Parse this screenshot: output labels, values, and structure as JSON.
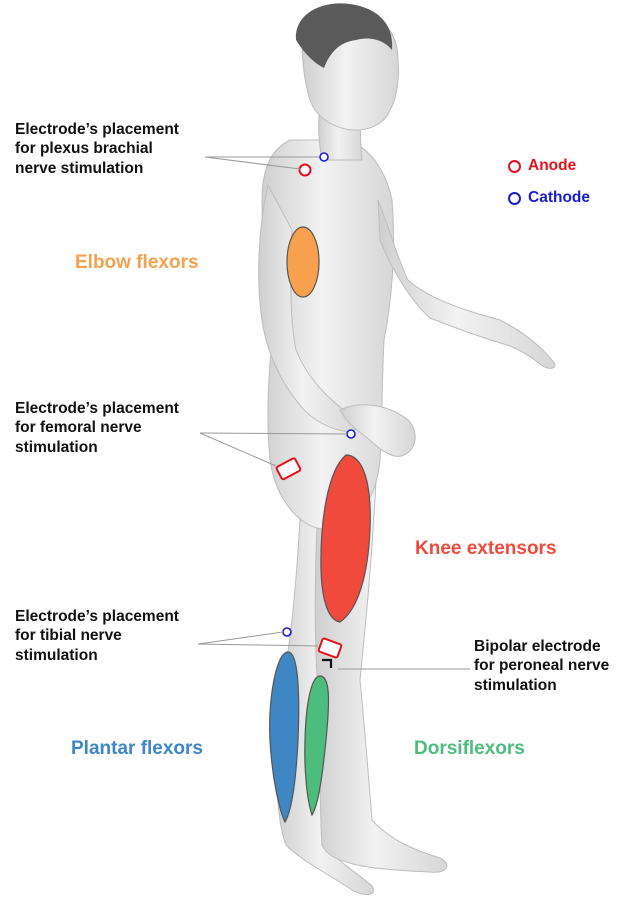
{
  "labels": {
    "plexus": [
      "Electrode’s placement",
      "for plexus brachial",
      "nerve stimulation"
    ],
    "femoral": [
      "Electrode’s placement",
      "for femoral nerve",
      "stimulation"
    ],
    "tibial": [
      "Electrode’s placement",
      "for tibial nerve",
      "stimulation"
    ],
    "peroneal": [
      "Bipolar electrode",
      "for peroneal nerve",
      "stimulation"
    ]
  },
  "muscles": {
    "elbow": "Elbow flexors",
    "knee": "Knee extensors",
    "plantar": "Plantar flexors",
    "dorsi": "Dorsiflexors"
  },
  "legend": {
    "anode": "Anode",
    "cathode": "Cathode"
  },
  "colors": {
    "anode": "#e8101c",
    "cathode": "#1a1ad0",
    "elbow": "#f7a04e",
    "knee": "#f04a3c",
    "plantar": "#3f86c4",
    "dorsi": "#4dbd7d",
    "body": "#e6e6e6",
    "hair": "#5a5a5a"
  }
}
